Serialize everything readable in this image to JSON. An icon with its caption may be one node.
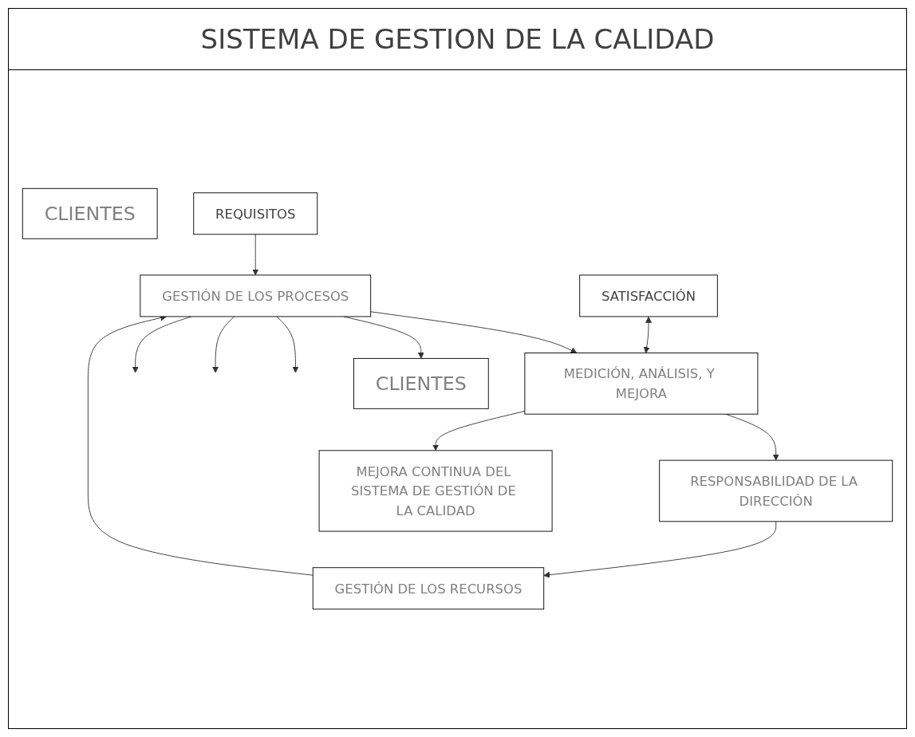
{
  "diagram": {
    "title": "SISTEMA DE GESTION DE LA CALIDAD",
    "nodes": [
      {
        "text": [
          "MEJORA CONTINUA DEL SISTEMA DE GESTIÓN DE LA CALIDAD"
        ]
      },
      {
        "text": [
          "CLIENTES"
        ]
      },
      {
        "text": [
          "RESPONSABILIDAD DE LA DIRECCIÓN"
        ]
      },
      {
        "text": [
          "SATISFACCIÓN"
        ]
      },
      {
        "text": [
          "CLIENTES"
        ]
      },
      {
        "text": [
          "GESTIÓN DE LOS RECURSOS"
        ]
      },
      {
        "text": [
          "MEDICIÓN, ANÁLISIS, Y MEJORA"
        ]
      },
      {
        "text": [
          "GESTIÓN DE LOS PROCESOS"
        ]
      },
      {
        "text": [
          "REQUISITOS"
        ]
      }
    ],
    "edges": [
      {
        "from": 2,
        "to": 5,
        "arrow": "to"
      },
      {
        "from": 5,
        "to": 7,
        "arrow": "to"
      },
      {
        "from": 7,
        "to": 6,
        "arrow": "to"
      },
      {
        "from": 6,
        "to": 2,
        "arrow": "to"
      },
      {
        "from": 6,
        "to": 0,
        "arrow": "to"
      },
      {
        "from": 8,
        "to": 7,
        "arrow": "to"
      },
      {
        "from": 7,
        "to": 4,
        "arrow": "to"
      },
      {
        "from": 3,
        "to": 6,
        "arrow": "both"
      },
      {
        "from": 7,
        "to": null,
        "arrow": "to"
      },
      {
        "from": 7,
        "to": null,
        "arrow": "to"
      },
      {
        "from": 7,
        "to": null,
        "arrow": "to"
      }
    ]
  }
}
